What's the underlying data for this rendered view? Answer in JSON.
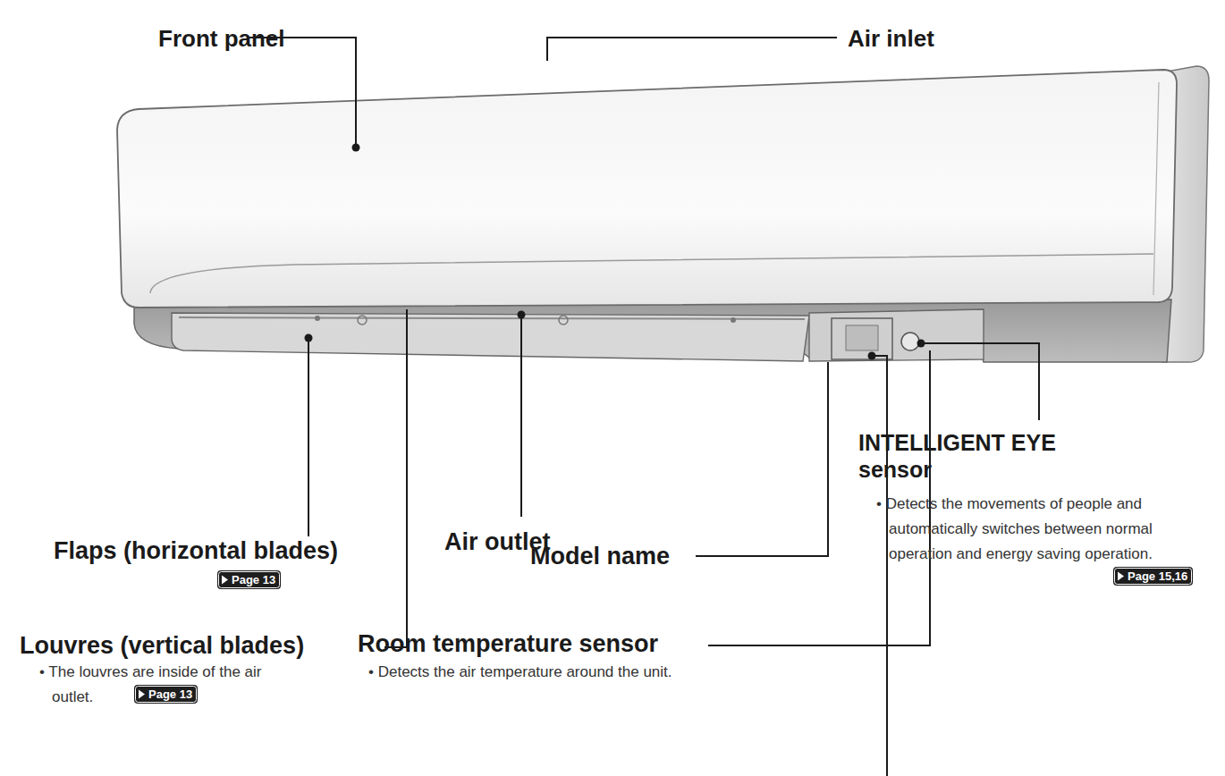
{
  "diagram": {
    "nodes": [
      {
        "text": [
          "Page 13"
        ]
      },
      {
        "text": [
          "Page 13"
        ]
      },
      {
        "text": [
          "Page 15,16"
        ]
      }
    ],
    "labels": [
      "Front panel",
      "Air inlet",
      "Flaps (horizontal blades)",
      "Air outlet",
      "Model name",
      "INTELLIGENT EYE sensor",
      "• Detects the movements of people and automatically switches between normal operation and energy saving operation.",
      "Louvres (vertical blades)",
      "• The louvres are inside of the air outlet.",
      "Room temperature sensor",
      "• Detects the air temperature around the unit."
    ]
  }
}
